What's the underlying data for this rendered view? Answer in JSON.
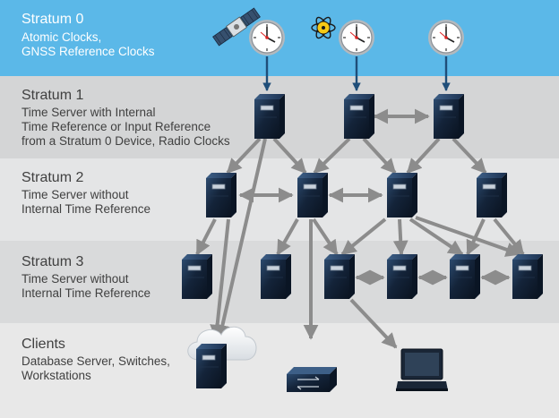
{
  "colors": {
    "stratum0_band": "#5bb8e8",
    "stratum1_band": "#d4d5d6",
    "stratum2_band": "#e4e5e6",
    "stratum3_band": "#d9dadb",
    "clients_band": "#e8e8e8",
    "stratum0_text": "#ffffff",
    "text": "#404040",
    "arrow": "#8c8c8c",
    "clock_arrow": "#1f4e79",
    "device_dark": "#0f1a2a",
    "device_light": "#2c4a6e"
  },
  "stratum0": {
    "title": "Stratum 0",
    "desc": "Atomic Clocks,\nGNSS Reference Clocks"
  },
  "stratum1": {
    "title": "Stratum 1",
    "desc": "Time Server with Internal\nTime Reference or Input Reference\nfrom a Stratum 0 Device, Radio Clocks"
  },
  "stratum2": {
    "title": "Stratum 2",
    "desc": "Time Server without\nInternal Time Reference"
  },
  "stratum3": {
    "title": "Stratum 3",
    "desc": "Time Server without\nInternal Time Reference"
  },
  "clients": {
    "title": "Clients",
    "desc": "Database Server, Switches,\nWorkstations"
  },
  "icons": [
    "satellite-icon",
    "atom-icon",
    "clock-icon",
    "server-icon",
    "cloud-icon",
    "network-switch-icon",
    "laptop-icon"
  ]
}
